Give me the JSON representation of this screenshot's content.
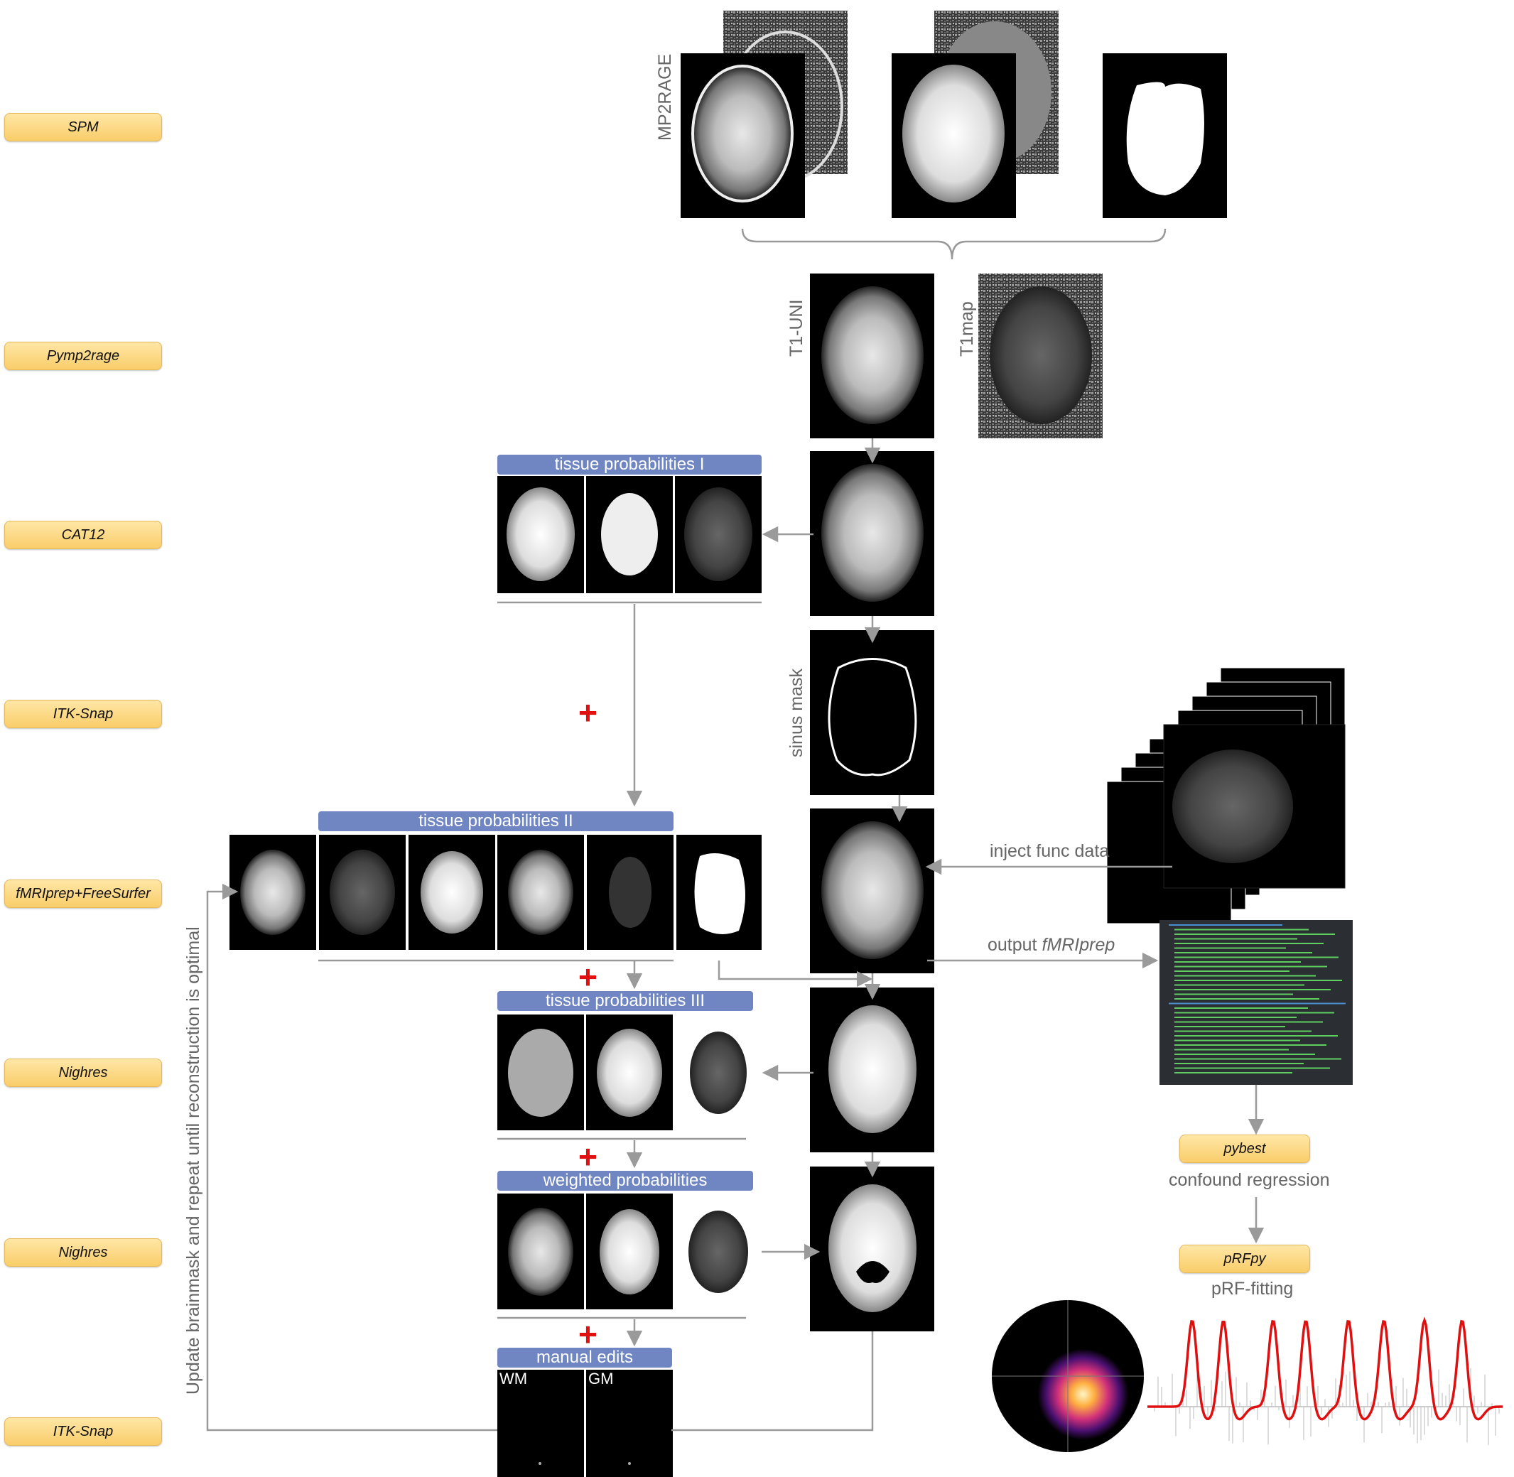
{
  "tools": {
    "spm": "SPM",
    "pymp2rage": "Pymp2rage",
    "cat12": "CAT12",
    "itksnap_1": "ITK-Snap",
    "fmriprep": "fMRIprep+FreeSurfer",
    "nighres_1": "Nighres",
    "nighres_2": "Nighres",
    "itksnap_2": "ITK-Snap",
    "pybest": "pybest",
    "prfpy": "pRFpy"
  },
  "headers": {
    "tissue_prob_1": "tissue probabilities I",
    "tissue_prob_2": "tissue probabilities II",
    "tissue_prob_3": "tissue probabilities III",
    "weighted_prob": "weighted probabilities",
    "manual_edits": "manual edits"
  },
  "labels": {
    "mp2rage": "MP2RAGE",
    "t1uni": "T1-UNI",
    "t1map": "T1map",
    "sinus_mask": "sinus mask",
    "inject_func": "inject func data",
    "output_prefix": "output ",
    "output_italic": "fMRIprep",
    "confound": "confound regression",
    "prf_fitting": "pRF-fitting",
    "loop": "Update brainmask and repeat until reconstruction is optimal",
    "wm": "WM",
    "gm": "GM"
  },
  "colors": {
    "tool_fill": "#f9cd6a",
    "header_fill": "#6f86c2",
    "arrow": "#9a9a9a",
    "plus": "#e01010",
    "timecourse": "#e01010"
  }
}
